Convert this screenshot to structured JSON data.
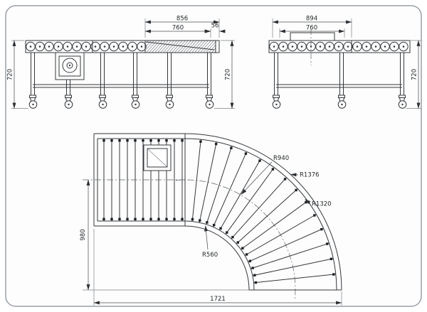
{
  "drawing": {
    "side_view_a": {
      "dim_856": "856",
      "dim_760": "760",
      "dim_56": "56",
      "dim_height_left": "720",
      "dim_height_right": "720"
    },
    "side_view_b": {
      "dim_894": "894",
      "dim_760": "760",
      "dim_height_right": "720"
    },
    "plan_view": {
      "r_center": "R940",
      "r_outer_frame": "R1376",
      "r_outer_roller": "R1320",
      "r_inner": "R560",
      "dim_height": "980",
      "dim_length": "1721"
    }
  },
  "colors": {
    "line": "#33373b",
    "dim_line": "#4a4e52",
    "text": "#1f2326",
    "border": "#9aa0a6",
    "background": "#fdfdfd"
  }
}
